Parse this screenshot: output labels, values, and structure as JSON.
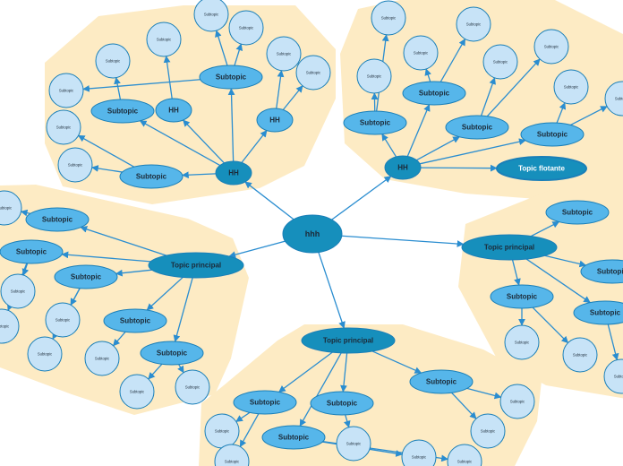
{
  "theme": {
    "region_fill": "#fdebc4",
    "edge_color": "#2a8dd0",
    "central_fill": "#168fbc",
    "main_fill": "#168fbc",
    "sub_fill": "#56b6ea",
    "leaf_fill": "#c7e3f7",
    "node_stroke": "#1a7fb8",
    "text_color": "#1c2a38"
  },
  "central": {
    "id": "c",
    "label": "hhh"
  },
  "topics": [
    {
      "id": "t1",
      "label": "HH"
    },
    {
      "id": "t2",
      "label": "HH"
    },
    {
      "id": "t3",
      "label": "Topic principal"
    },
    {
      "id": "t4",
      "label": "Topic principal"
    },
    {
      "id": "t5",
      "label": "Topic principal"
    }
  ],
  "floating": [
    {
      "id": "f1",
      "label": "Topic flotante"
    }
  ],
  "subtopics": [
    {
      "id": "a_hh1",
      "label": "HH"
    },
    {
      "id": "a_hh2",
      "label": "HH"
    },
    {
      "id": "a_s1",
      "label": "Subtopic"
    },
    {
      "id": "a_s2",
      "label": "Subtopic"
    },
    {
      "id": "a_s3",
      "label": "Subtopic"
    },
    {
      "id": "b_s1",
      "label": "Subtopic"
    },
    {
      "id": "b_s2",
      "label": "Subtopic"
    },
    {
      "id": "b_s3",
      "label": "Subtopic"
    },
    {
      "id": "b_s4",
      "label": "Subtopic"
    },
    {
      "id": "c_s1",
      "label": "Subtopic"
    },
    {
      "id": "c_s2",
      "label": "Subtopic"
    },
    {
      "id": "c_s3",
      "label": "Subtopic"
    },
    {
      "id": "c_s4",
      "label": "Subtopic"
    },
    {
      "id": "c_s5",
      "label": "Subtopic"
    },
    {
      "id": "d_s1",
      "label": "Subtopic"
    },
    {
      "id": "d_s2",
      "label": "Subtopic"
    },
    {
      "id": "d_s3",
      "label": "Subtopic"
    },
    {
      "id": "d_s4",
      "label": "Subtopic"
    },
    {
      "id": "e_s1",
      "label": "Subtopic"
    },
    {
      "id": "e_s2",
      "label": "Subtopic"
    },
    {
      "id": "e_s3",
      "label": "Subtopic"
    },
    {
      "id": "e_s4",
      "label": "Subtopic"
    }
  ],
  "leaves": [
    {
      "id": "a_l1",
      "label": "Subtopic"
    },
    {
      "id": "a_l2",
      "label": "Subtopic"
    },
    {
      "id": "a_l3",
      "label": "Subtopic"
    },
    {
      "id": "a_l4",
      "label": "Subtopic"
    },
    {
      "id": "a_l5",
      "label": "Subtopic"
    },
    {
      "id": "a_l6",
      "label": "Subtopic"
    },
    {
      "id": "a_l7",
      "label": "Subtopic"
    },
    {
      "id": "a_l8",
      "label": "Subtopic"
    },
    {
      "id": "a_l9",
      "label": "Subtopic"
    },
    {
      "id": "b_l1",
      "label": "Subtopic"
    },
    {
      "id": "b_l2",
      "label": "Subtopic"
    },
    {
      "id": "b_l3",
      "label": "Subtopic"
    },
    {
      "id": "b_l4",
      "label": "Subtopic"
    },
    {
      "id": "b_l5",
      "label": "Subtopic"
    },
    {
      "id": "b_l6",
      "label": "Subtopic"
    },
    {
      "id": "b_l7",
      "label": "Subtopic"
    },
    {
      "id": "b_l8",
      "label": "Subtopic"
    },
    {
      "id": "c_l1",
      "label": "Subtopic"
    },
    {
      "id": "c_l2",
      "label": "Subtopic"
    },
    {
      "id": "c_l3",
      "label": "Subtopic"
    },
    {
      "id": "c_l4",
      "label": "Subtopic"
    },
    {
      "id": "c_l5",
      "label": "Subtopic"
    },
    {
      "id": "c_l6",
      "label": "Subtopic"
    },
    {
      "id": "c_l7",
      "label": "Subtopic"
    },
    {
      "id": "c_l8",
      "label": "Subtopic"
    },
    {
      "id": "d_l1",
      "label": "Subtopic"
    },
    {
      "id": "d_l2",
      "label": "Subtopic"
    },
    {
      "id": "d_l3",
      "label": "Subtopic"
    },
    {
      "id": "e_l1",
      "label": "Subtopic"
    },
    {
      "id": "e_l2",
      "label": "Subtopic"
    },
    {
      "id": "e_l3",
      "label": "Subtopic"
    },
    {
      "id": "e_l4",
      "label": "Subtopic"
    },
    {
      "id": "e_l5",
      "label": "Subtopic"
    },
    {
      "id": "e_l6",
      "label": "Subtopic"
    },
    {
      "id": "e_l7",
      "label": "Subtopic"
    }
  ],
  "connections": [
    [
      "c",
      "t1"
    ],
    [
      "c",
      "t2"
    ],
    [
      "c",
      "t3"
    ],
    [
      "c",
      "t4"
    ],
    [
      "c",
      "t5"
    ],
    [
      "t1",
      "a_hh1"
    ],
    [
      "t1",
      "a_hh2"
    ],
    [
      "t1",
      "a_s1"
    ],
    [
      "t1",
      "a_s2"
    ],
    [
      "t1",
      "a_s3"
    ],
    [
      "a_hh1",
      "a_l1"
    ],
    [
      "a_hh2",
      "a_l2"
    ],
    [
      "a_hh2",
      "a_l3"
    ],
    [
      "a_s1",
      "a_l4"
    ],
    [
      "a_s2",
      "a_l5"
    ],
    [
      "a_s2",
      "a_l6"
    ],
    [
      "a_s2",
      "a_l7"
    ],
    [
      "a_s3",
      "a_l8"
    ],
    [
      "a_s3",
      "a_l9"
    ],
    [
      "t2",
      "b_s1"
    ],
    [
      "t2",
      "b_s2"
    ],
    [
      "t2",
      "b_s3"
    ],
    [
      "t2",
      "b_s4"
    ],
    [
      "t2",
      "f1"
    ],
    [
      "b_s1",
      "b_l1"
    ],
    [
      "b_s1",
      "b_l2"
    ],
    [
      "b_s2",
      "b_l3"
    ],
    [
      "b_s2",
      "b_l4"
    ],
    [
      "b_s3",
      "b_l5"
    ],
    [
      "b_s3",
      "b_l6"
    ],
    [
      "b_s4",
      "b_l7"
    ],
    [
      "b_s4",
      "b_l8"
    ],
    [
      "t3",
      "c_s1"
    ],
    [
      "t3",
      "c_s2"
    ],
    [
      "t3",
      "c_s3"
    ],
    [
      "t3",
      "c_s4"
    ],
    [
      "t3",
      "c_s5"
    ],
    [
      "c_s1",
      "c_l1"
    ],
    [
      "c_s2",
      "c_l2"
    ],
    [
      "c_s2",
      "c_l3"
    ],
    [
      "c_s3",
      "c_l4"
    ],
    [
      "c_s3",
      "c_l5"
    ],
    [
      "c_s4",
      "c_l6"
    ],
    [
      "c_s5",
      "c_l7"
    ],
    [
      "c_s5",
      "c_l8"
    ],
    [
      "t4",
      "d_s1"
    ],
    [
      "t4",
      "d_s2"
    ],
    [
      "t4",
      "d_s3"
    ],
    [
      "t4",
      "d_s4"
    ],
    [
      "d_s3",
      "d_l1"
    ],
    [
      "d_s3",
      "d_l2"
    ],
    [
      "d_s4",
      "d_l3"
    ],
    [
      "t5",
      "e_s1"
    ],
    [
      "t5",
      "e_s2"
    ],
    [
      "t5",
      "e_s3"
    ],
    [
      "t5",
      "e_s4"
    ],
    [
      "e_s1",
      "e_l1"
    ],
    [
      "e_s1",
      "e_l2"
    ],
    [
      "e_s2",
      "e_l3"
    ],
    [
      "e_s3",
      "e_l4"
    ],
    [
      "e_s3",
      "e_l5"
    ],
    [
      "e_s4",
      "e_l6"
    ],
    [
      "e_s4",
      "e_l7"
    ]
  ]
}
